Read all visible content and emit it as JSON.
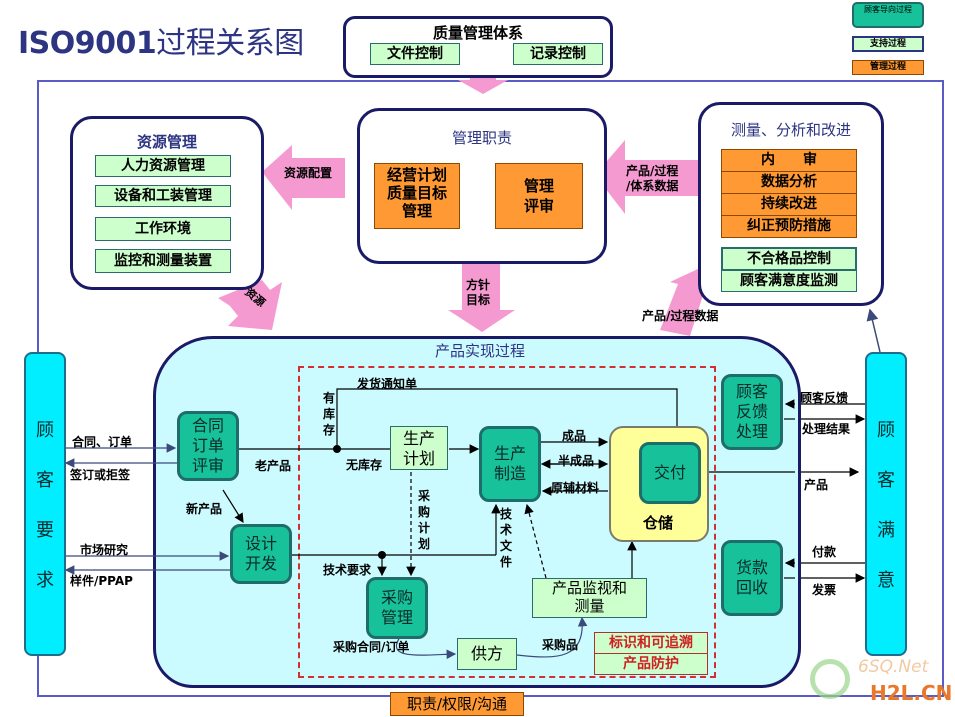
{
  "title": {
    "prefix": "ISO9001",
    "suffix": "过程关系图"
  },
  "legend": [
    {
      "label": "顾客导向过程",
      "color": "#17c29b"
    },
    {
      "label": "支持过程",
      "color": "#ccffcc"
    },
    {
      "label": "管理过程",
      "color": "#ff9933"
    }
  ],
  "qms": {
    "title": "质量管理体系",
    "items": [
      "文件控制",
      "记录控制"
    ]
  },
  "resource": {
    "title": "资源管理",
    "items": [
      "人力资源管理",
      "设备和工装管理",
      "工作环境",
      "监控和测量装置"
    ]
  },
  "management": {
    "title": "管理职责",
    "items": [
      "经营计划\n质量目标\n管理",
      "管理\n评审"
    ]
  },
  "measurement": {
    "title": "测量、分析和改进",
    "orange_items": [
      "内　　审",
      "数据分析",
      "持续改进",
      "纠正预防措施"
    ],
    "green_items": [
      "不合格品控制",
      "顾客满意度监测"
    ]
  },
  "arrows": {
    "resource_config": "资源配置",
    "resources": "资源",
    "policy_goal": "方针\n目标",
    "data_feedback": "产品/过程\n/体系数据",
    "product_process_data": "产品/过程数据"
  },
  "realization": {
    "title": "产品实现过程",
    "nodes": {
      "contract_review": "合同\n订单\n评审",
      "design": "设计\n开发",
      "production_plan": "生产\n计划",
      "manufacturing": "生产\n制造",
      "purchasing": "采购\n管理",
      "supplier": "供方",
      "monitoring": "产品监视和\n测量",
      "delivery": "交付",
      "warehouse": "仓储",
      "identification": "标识和可追溯",
      "protection": "产品防护",
      "feedback": "顾客\n反馈\n处理",
      "payment": "货款\n回收"
    },
    "labels": {
      "delivery_notice": "发货通知单",
      "in_stock": "有库存",
      "no_stock": "无库存",
      "old_product": "老产品",
      "new_product": "新产品",
      "purchase_plan": "采购计划",
      "tech_docs": "技术文件",
      "tech_req": "技术要求",
      "finished": "成品",
      "semi_finished": "半成品",
      "raw_material": "原辅材料",
      "purchase_contract": "采购合同/订单",
      "purchased_goods": "采购品"
    }
  },
  "customer_req": {
    "title": [
      "顾",
      "客",
      "要",
      "求"
    ],
    "labels": {
      "contract_order": "合同、订单",
      "sign_reject": "签订或拒签",
      "market_research": "市场研究",
      "sample_ppap": "样件/PPAP"
    }
  },
  "customer_sat": {
    "title": [
      "顾",
      "客",
      "满",
      "意"
    ],
    "labels": {
      "feedback": "顾客反馈",
      "result": "处理结果",
      "product": "产品",
      "payment": "付款",
      "invoice": "发票"
    }
  },
  "bottom": {
    "label": "职责/权限/沟通"
  },
  "watermark": {
    "top": "6SQ.Net",
    "bottom": "H2L.CN"
  }
}
